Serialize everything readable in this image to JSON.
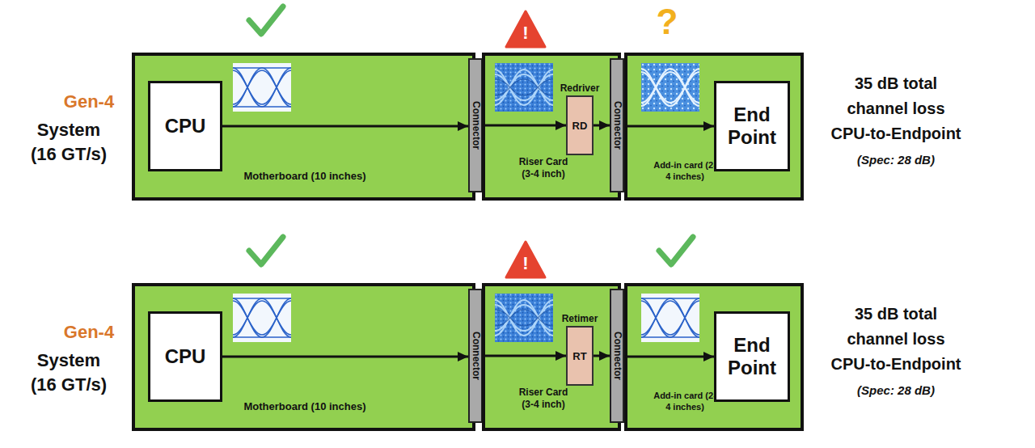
{
  "diagram": {
    "nodes": [
      {
        "text": [
          "Motherboard (10 inches)"
        ]
      },
      {
        "text": [
          "CPU"
        ],
        "in": 0
      },
      {
        "text": [
          "Connector"
        ]
      },
      {
        "text": [
          "Riser Card (3-4 inch)"
        ]
      },
      {
        "text": [
          "Redriver",
          "RD"
        ],
        "in": 3
      },
      {
        "text": [
          "Connector"
        ]
      },
      {
        "text": [
          "Add-in card (2-4 inches)"
        ]
      },
      {
        "text": [
          "End Point"
        ],
        "in": 6
      },
      {
        "text": [
          "Motherboard (10 inches)"
        ]
      },
      {
        "text": [
          "CPU"
        ],
        "in": 8
      },
      {
        "text": [
          "Connector"
        ]
      },
      {
        "text": [
          "Riser Card (3-4 inch)"
        ]
      },
      {
        "text": [
          "Retimer",
          "RT"
        ],
        "in": 11
      },
      {
        "text": [
          "Connector"
        ]
      },
      {
        "text": [
          "Add-in card (2-4 inches)"
        ]
      },
      {
        "text": [
          "End Point"
        ],
        "in": 14
      }
    ],
    "edges": [
      {
        "from": 1,
        "to": 2,
        "arrow": "to"
      },
      {
        "from": 2,
        "to": 4,
        "arrow": "to"
      },
      {
        "from": 4,
        "to": 5,
        "arrow": "to"
      },
      {
        "from": 5,
        "to": 7,
        "arrow": "to"
      },
      {
        "from": 9,
        "to": 10,
        "arrow": "to"
      },
      {
        "from": 10,
        "to": 12,
        "arrow": "to"
      },
      {
        "from": 12,
        "to": 13,
        "arrow": "to"
      },
      {
        "from": 13,
        "to": 15,
        "arrow": "to"
      }
    ],
    "labels": [
      "!",
      "?",
      "Gen-4",
      "System (16 GT/s)",
      "35 dB total channel loss CPU-to-Endpoint",
      "(Spec: 28 dB)",
      "!",
      "Gen-4",
      "System (16 GT/s)",
      "35 dB total channel loss CPU-to-Endpoint",
      "(Spec: 28 dB)"
    ]
  }
}
